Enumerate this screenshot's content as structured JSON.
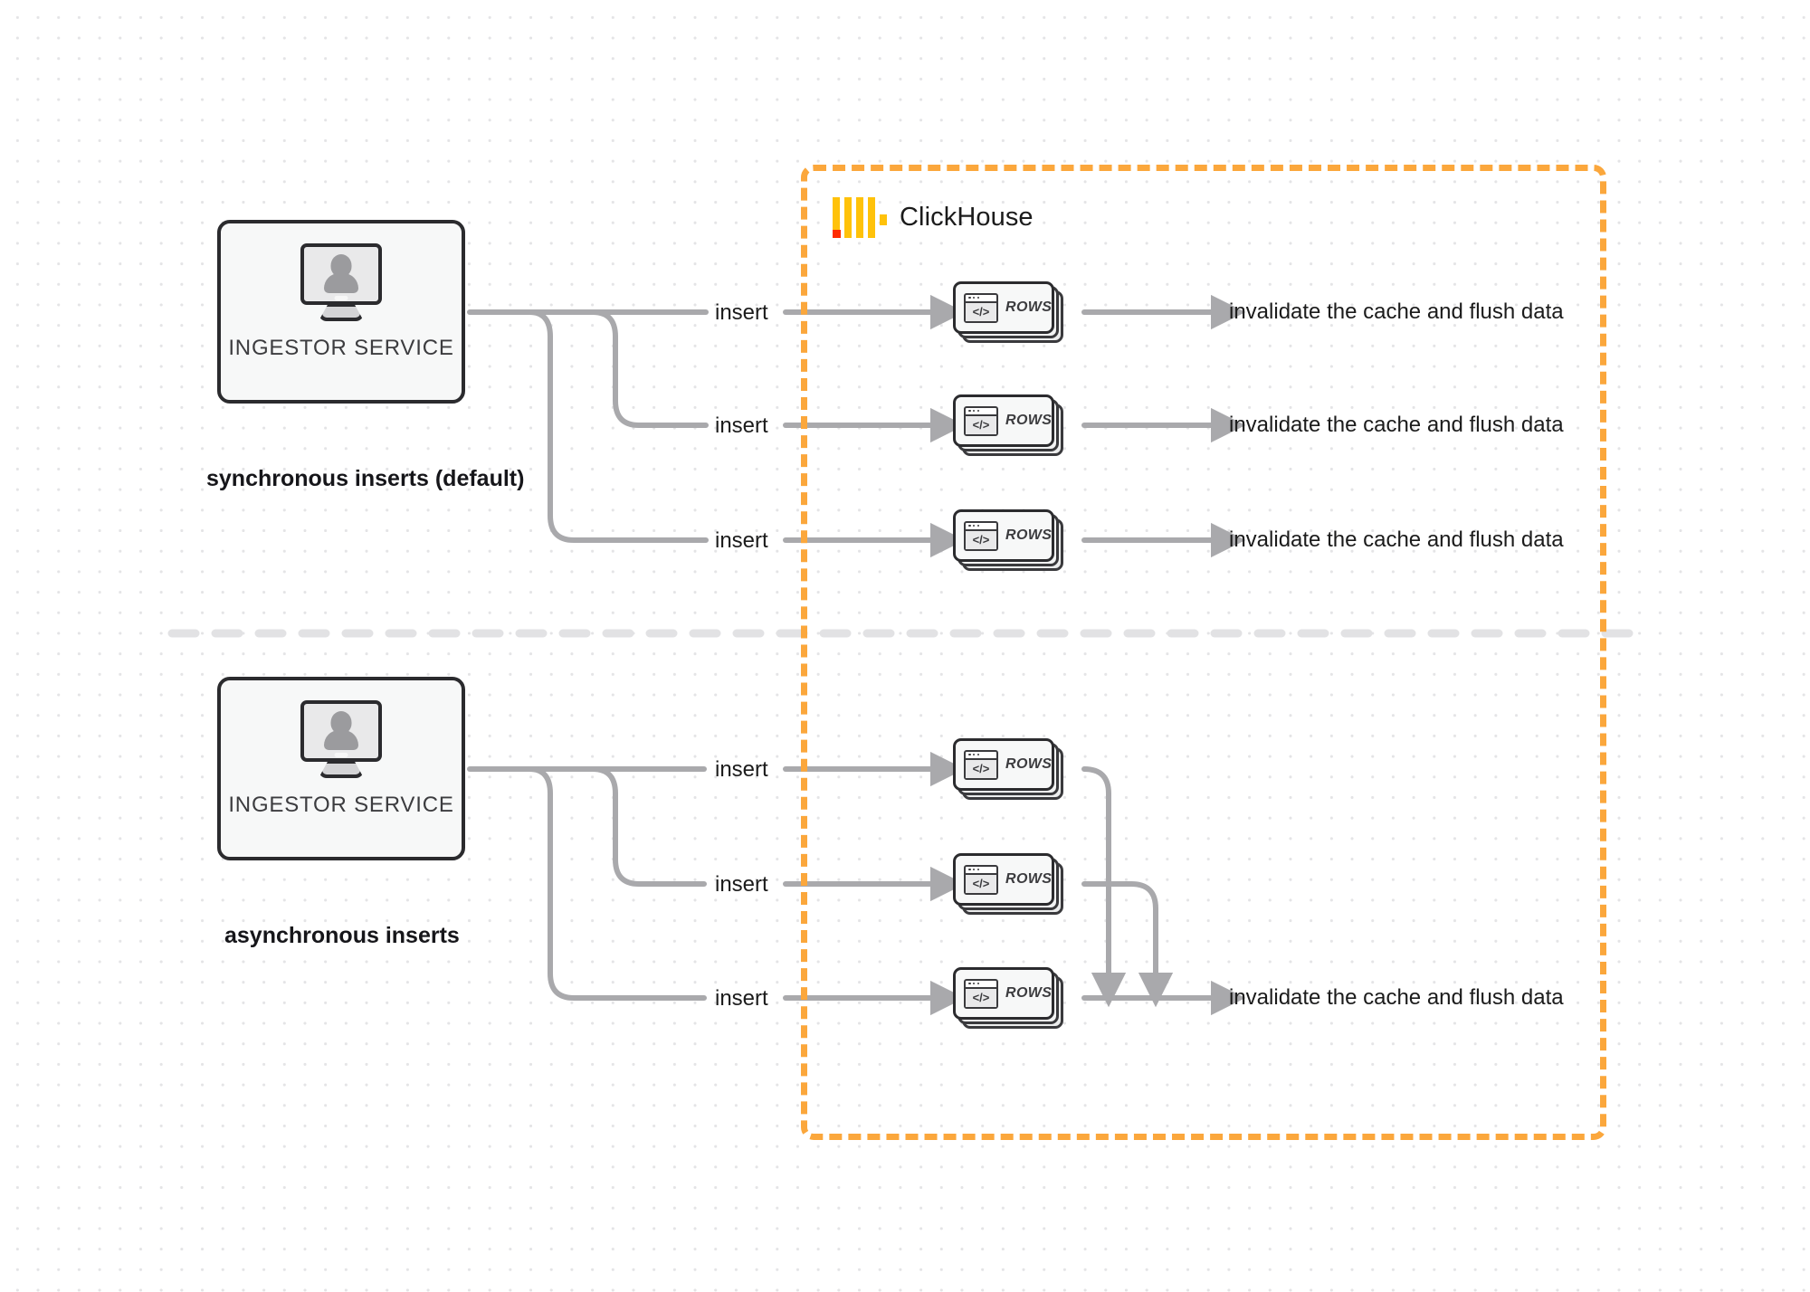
{
  "diagram": {
    "title": "ClickHouse synchronous vs asynchronous inserts",
    "colors": {
      "clickhouse_border": "#FBA73C",
      "clickhouse_logo_orange": "#FFC20A",
      "clickhouse_logo_red": "#FF2B00",
      "wire": "#A9A9AC",
      "node_border": "#2b2b2e",
      "divider": "#e2e2e4"
    }
  },
  "clickhouse": {
    "title": "ClickHouse",
    "logo_name": "clickhouse-logo"
  },
  "sections": [
    {
      "id": "synchronous",
      "caption": "synchronous inserts (default)",
      "service": {
        "label": "INGESTOR SERVICE",
        "icon": "user-monitor-icon"
      },
      "rows": [
        {
          "insert_label": "insert",
          "card_label": "ROWS",
          "card_icon": "code-window-icon",
          "result_label": "invalidate the cache and flush data"
        },
        {
          "insert_label": "insert",
          "card_label": "ROWS",
          "card_icon": "code-window-icon",
          "result_label": "invalidate the cache and flush data"
        },
        {
          "insert_label": "insert",
          "card_label": "ROWS",
          "card_icon": "code-window-icon",
          "result_label": "invalidate the cache and flush data"
        }
      ]
    },
    {
      "id": "asynchronous",
      "caption": "asynchronous inserts",
      "service": {
        "label": "INGESTOR SERVICE",
        "icon": "user-monitor-icon"
      },
      "rows": [
        {
          "insert_label": "insert",
          "card_label": "ROWS",
          "card_icon": "code-window-icon"
        },
        {
          "insert_label": "insert",
          "card_label": "ROWS",
          "card_icon": "code-window-icon"
        },
        {
          "insert_label": "insert",
          "card_label": "ROWS",
          "card_icon": "code-window-icon"
        }
      ],
      "merged_result_label": "invalidate the cache and flush data"
    }
  ]
}
